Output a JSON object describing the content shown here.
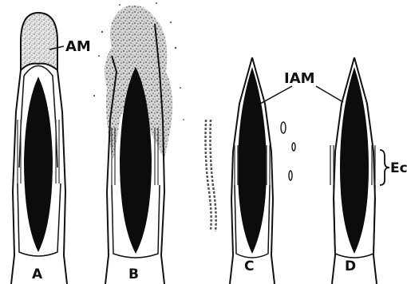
{
  "labels": {
    "am": "AM",
    "iam": "IAM",
    "ec": "Ec"
  },
  "panels": [
    {
      "id": "A",
      "label": "A"
    },
    {
      "id": "B",
      "label": "B"
    },
    {
      "id": "C",
      "label": "C"
    },
    {
      "id": "D",
      "label": "D"
    }
  ],
  "colors": {
    "ink": "#111111",
    "nucleus": "#0c0c0c",
    "stipple": "#8a8a8a",
    "paper": "#ffffff"
  }
}
